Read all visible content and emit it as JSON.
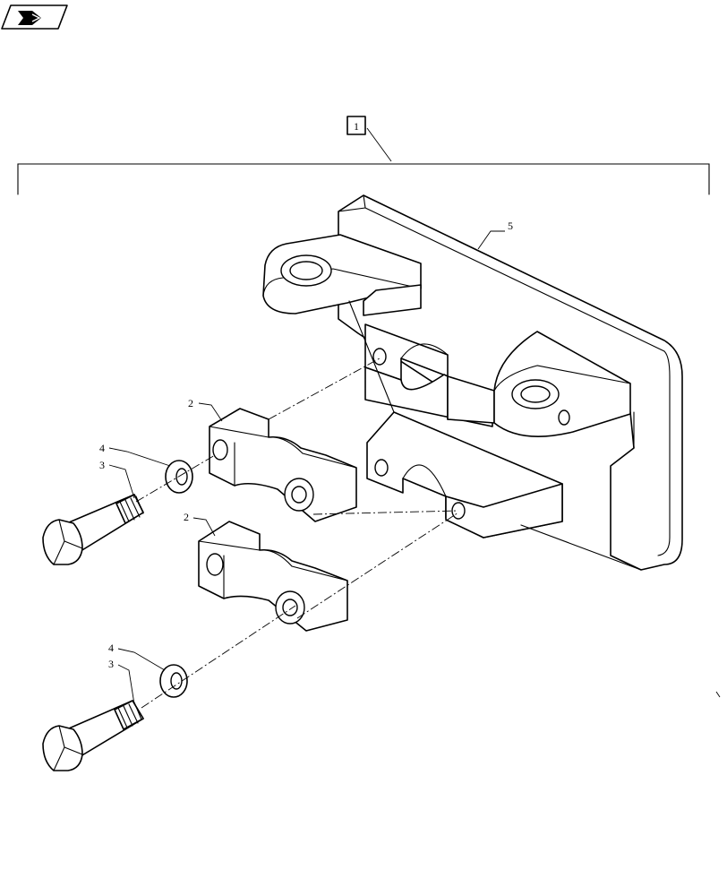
{
  "assembly_callout": "1",
  "callouts": {
    "bracket": "5",
    "clamp_upper": "2",
    "clamp_lower": "2",
    "washer_upper": "4",
    "bolt_upper": "3",
    "washer_lower": "4",
    "bolt_lower": "3"
  },
  "icons": {
    "corner_badge": "book-arrow-icon"
  },
  "colors": {
    "line": "#000000",
    "paper": "#ffffff"
  }
}
